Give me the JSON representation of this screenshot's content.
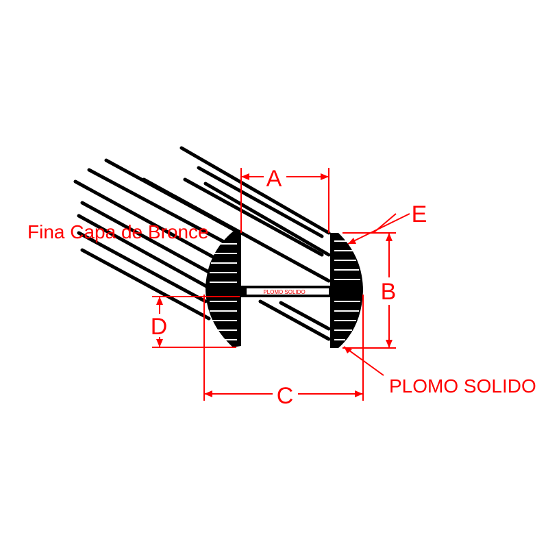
{
  "labels": {
    "coating": "Fina Capa de Bronce",
    "core_center": "PLOMO SOLIDO",
    "core_right": "PLOMO SOLIDO",
    "dim_a": "A",
    "dim_b": "B",
    "dim_c": "C",
    "dim_d": "D",
    "dim_e": "E"
  },
  "colors": {
    "annotation": "#ff0000",
    "drawing": "#000000"
  }
}
